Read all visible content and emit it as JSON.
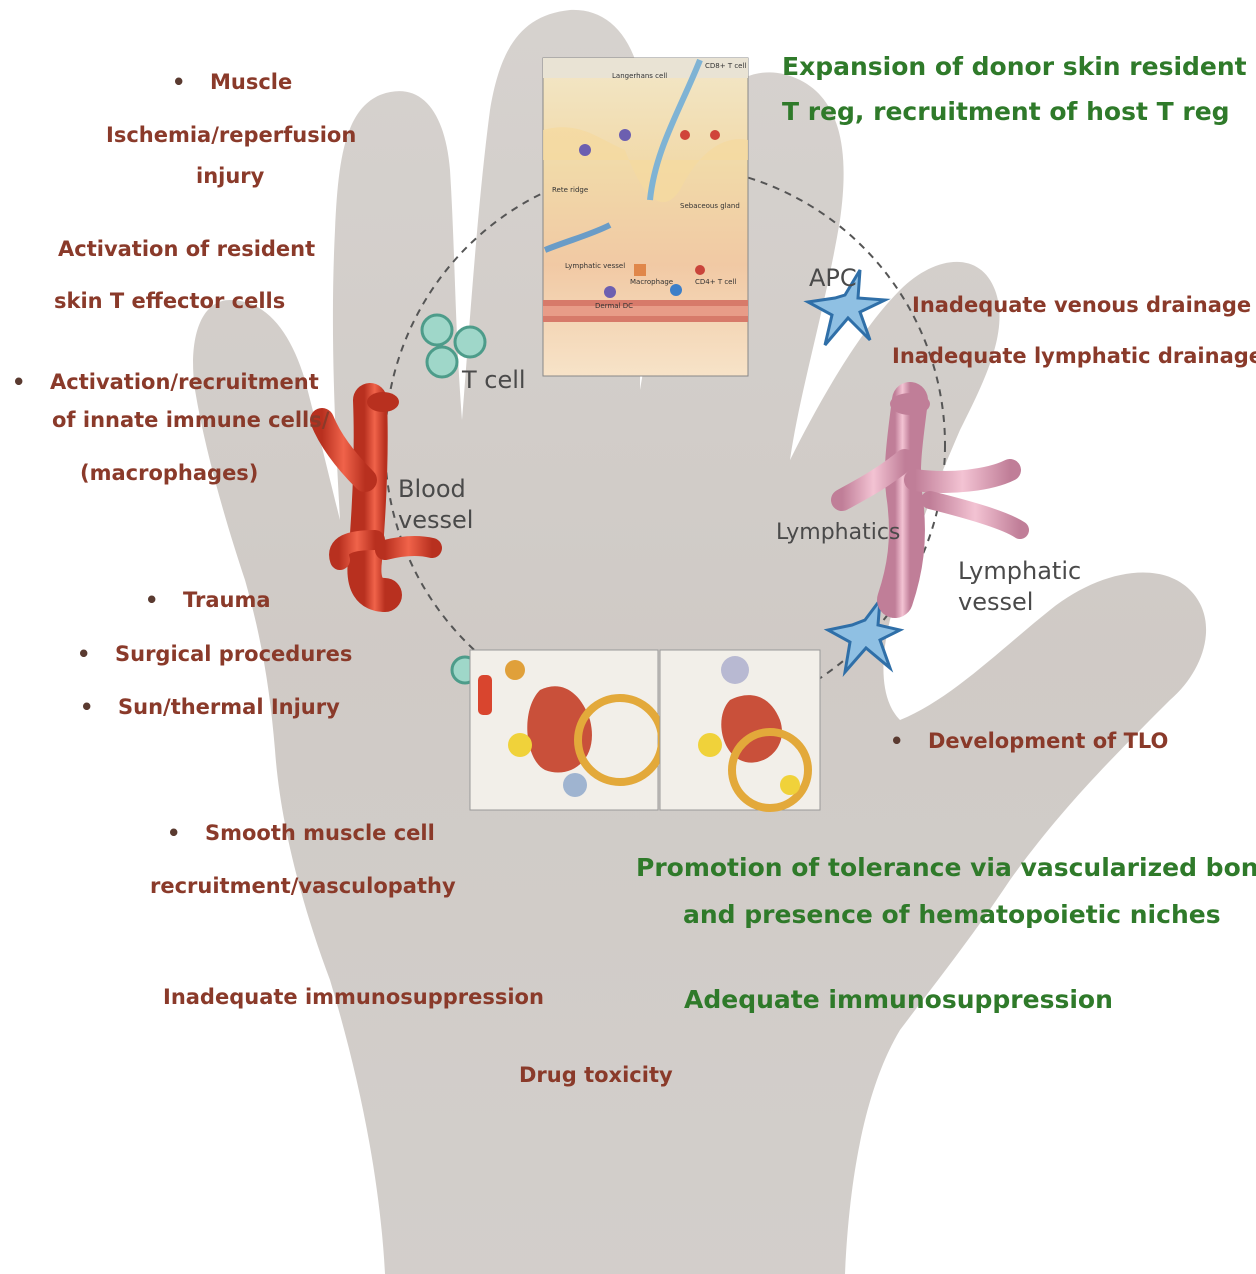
{
  "left_labels": {
    "muscle": "Muscle",
    "ischemia_1": "Ischemia/reperfusion",
    "ischemia_2": "injury",
    "activation_resident_1": "Activation of resident",
    "activation_resident_2": "skin T effector  cells",
    "innate_1": "Activation/recruitment",
    "innate_2": "of innate immune cells/",
    "innate_3": "(macrophages)",
    "trauma": "Trauma",
    "surgical": "Surgical procedures",
    "sun": "Sun/thermal Injury",
    "smooth_1": "Smooth muscle cell",
    "smooth_2": "recruitment/vasculopathy",
    "inadequate_immuno": "Inadequate immunosuppression",
    "drug": "Drug toxicity"
  },
  "right_labels": {
    "venous": "Inadequate venous drainage",
    "lymphatic_drainage": "Inadequate lymphatic  drainage",
    "tlo": "Development of  TLO"
  },
  "green_labels": {
    "expansion_1": "Expansion of  donor skin resident",
    "expansion_2": "T reg, recruitment of host T reg",
    "promotion_1": "Promotion of tolerance via vascularized bone",
    "promotion_2": "and presence of hematopoietic niches",
    "adequate": "Adequate immunosuppression"
  },
  "diagram_labels": {
    "apc": "APC",
    "t_cell": "T cell",
    "blood_1": "Blood",
    "blood_2": "vessel",
    "lymphatics": "Lymphatics",
    "lymphatic_vessel_1": "Lymphatic",
    "lymphatic_vessel_2": "vessel"
  },
  "skin_inset_labels": {
    "langerhans": "Langerhans cell",
    "cd8": "CD8+ T cell",
    "rete": "Rete ridge",
    "sebaceous": "Sebaceous gland",
    "lymphatic": "Lymphatic vessel",
    "macrophage": "Macrophage",
    "cd4": "CD4+ T cell",
    "dermal_dc": "Dermal DC"
  },
  "colors": {
    "red_text": "#8a3a2a",
    "green_text": "#2f7a2a",
    "hand": "#c9c4c0",
    "blood_vessel": "#d9452e",
    "lymph_vessel": "#d89ab0",
    "apc": "#3c7fb4",
    "t_cell": "#5ab0a0"
  }
}
